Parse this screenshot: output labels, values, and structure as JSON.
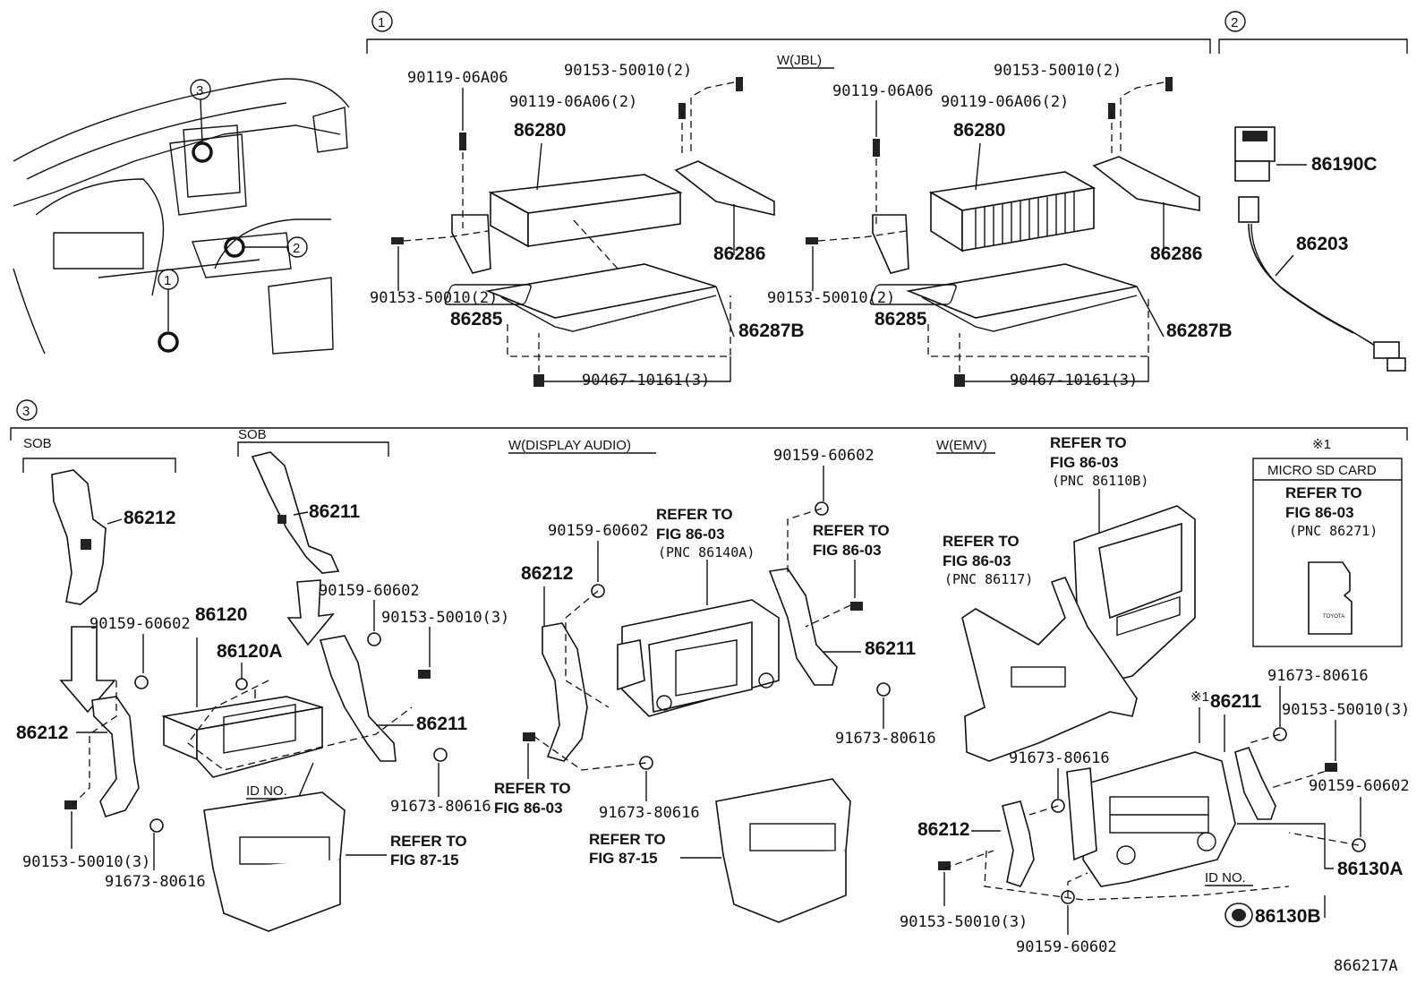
{
  "sections": {
    "s1": "1",
    "s2": "2",
    "s3": "3"
  },
  "variants": {
    "jbl": "W(JBL)",
    "display_audio": "W(DISPLAY AUDIO)",
    "emv": "W(EMV)",
    "sob_left": "SOB",
    "sob_right": "SOB",
    "micro_sd_mark": "※1",
    "micro_sd_title": "MICRO SD CARD",
    "emv_mark": "※1"
  },
  "overview": {
    "callout_1": "1",
    "callout_2": "2",
    "callout_3": "3"
  },
  "jbl_left": {
    "bolt_a": "90119-06A06",
    "bolt_b": "90119-06A06(2)",
    "screw_top": "90153-50010(2)",
    "amp": "86280",
    "bracket_r": "86286",
    "screw_left": "90153-50010(2)",
    "bracket_l": "86285",
    "tray": "86287B",
    "clip": "90467-10161(3)"
  },
  "jbl_right": {
    "bolt_a": "90119-06A06",
    "bolt_b": "90119-06A06(2)",
    "screw_top": "90153-50010(2)",
    "amp": "86280",
    "bracket_r": "86286",
    "screw_left": "90153-50010(2)",
    "bracket_l": "86285",
    "tray": "86287B",
    "clip": "90467-10161(3)"
  },
  "section2": {
    "switch": "86190C",
    "cable": "86203"
  },
  "sob1": {
    "bracket_top": "86212",
    "screw_a": "90159-60602",
    "bracket": "86212",
    "screw_b": "90153-50010(3)",
    "screw_c": "91673-80616"
  },
  "sob2": {
    "bracket_top": "86211",
    "screw_a": "90159-60602",
    "screw_b": "90153-50010(3)",
    "radio": "86120",
    "radio_alt": "86120A",
    "bracket": "86211",
    "screw_c": "91673-80616",
    "id_no": "ID NO.",
    "refer_1": "REFER TO",
    "refer_2": "FIG 87-15"
  },
  "display_audio": {
    "screw_top": "90159-60602",
    "refer_top_1": "REFER TO",
    "refer_top_2": "FIG 86-03",
    "refer_top_3": "(PNC 86140A)",
    "screw_left": "90159-60602",
    "bracket_l": "86212",
    "refer_r_1": "REFER TO",
    "refer_r_2": "FIG 86-03",
    "bracket_r": "86211",
    "screw_r": "91673-80616",
    "refer_bl_1": "REFER TO",
    "refer_bl_2": "FIG 86-03",
    "screw_bottom": "91673-80616",
    "refer_b_1": "REFER TO",
    "refer_b_2": "FIG 87-15"
  },
  "emv": {
    "refer_a_1": "REFER TO",
    "refer_a_2": "FIG 86-03",
    "refer_a_3": "(PNC 86117)",
    "refer_b_1": "REFER TO",
    "refer_b_2": "FIG 86-03",
    "refer_b_3": "(PNC 86110B)",
    "screw_a": "91673-80616",
    "bracket_r": "86211",
    "screw_b": "90153-50010(3)",
    "screw_c": "91673-80616",
    "bracket_l": "86212",
    "screw_d": "90159-60602",
    "unit": "86130A",
    "id_no": "ID NO.",
    "screw_e": "90153-50010(3)",
    "screw_f": "90159-60602",
    "knob": "86130B"
  },
  "micro_sd": {
    "refer_1": "REFER TO",
    "refer_2": "FIG 86-03",
    "refer_3": "(PNC 86271)",
    "card_brand": "TOYOTA"
  },
  "figure_id": "866217A"
}
